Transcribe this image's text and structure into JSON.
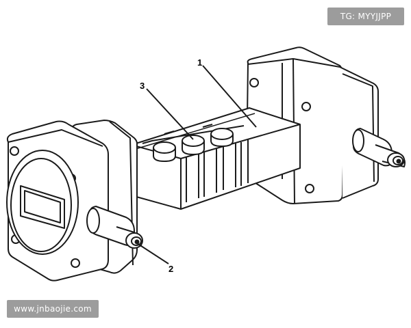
{
  "watermark": {
    "tag": "TG: MYYJJPP",
    "site": "www.jnbaojie.com"
  },
  "callouts": {
    "c1": "1",
    "c2": "2",
    "c3": "3"
  },
  "colors": {
    "line": "#1a1a1a",
    "fill": "#ffffff",
    "badge": "#9c9c9c"
  }
}
